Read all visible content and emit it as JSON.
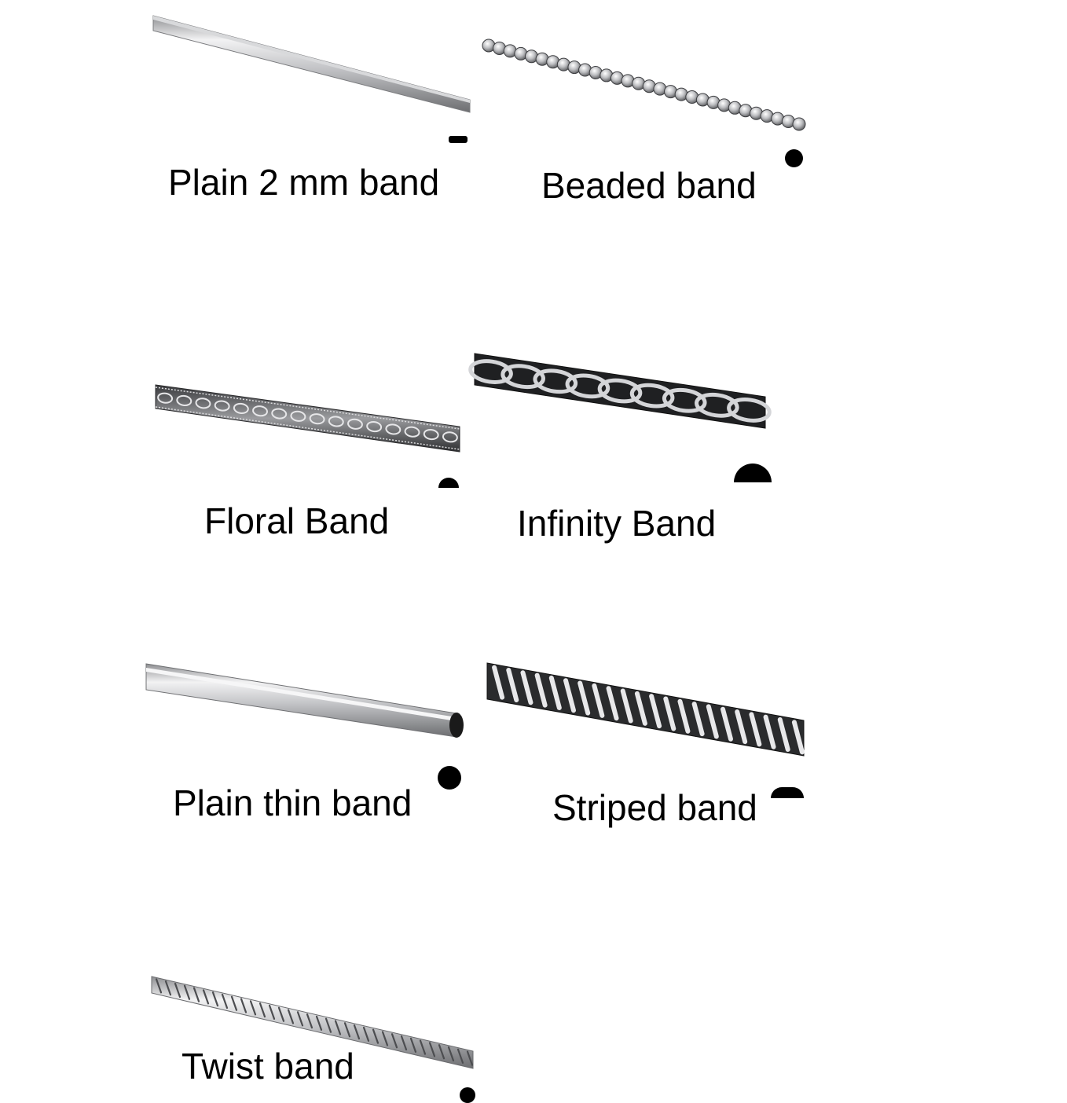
{
  "bands": [
    {
      "label": "Plain 2 mm band",
      "profile": "flat-rectangle"
    },
    {
      "label": "Beaded band",
      "profile": "round"
    },
    {
      "label": "Floral Band",
      "profile": "half-round"
    },
    {
      "label": "Infinity Band",
      "profile": "half-round"
    },
    {
      "label": "Plain thin band",
      "profile": "round"
    },
    {
      "label": "Striped band",
      "profile": "half-round"
    },
    {
      "label": "Twist band",
      "profile": "round"
    }
  ],
  "colors": {
    "background": "#ffffff",
    "text": "#000000",
    "metal_light": "#e9e9eb",
    "metal_mid": "#b4b5b8",
    "metal_dark": "#4a4b4e"
  }
}
